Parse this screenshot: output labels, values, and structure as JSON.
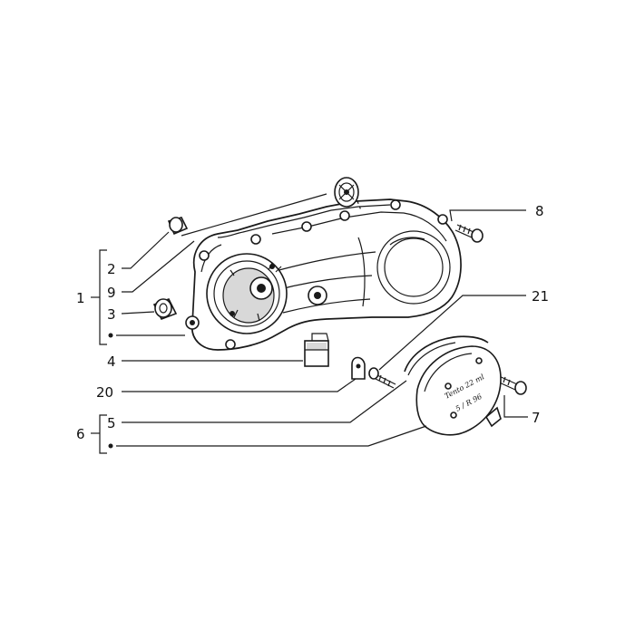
{
  "diagram": {
    "callouts": {
      "c1": "1",
      "c2": "2",
      "c3": "3",
      "c4": "4",
      "c5": "5",
      "c6": "6",
      "c7": "7",
      "c8": "8",
      "c9": "9",
      "c20": "20",
      "c21": "21"
    },
    "label_plate": {
      "line1": "Tento 22 ml",
      "line2": "5 / R  96"
    }
  }
}
